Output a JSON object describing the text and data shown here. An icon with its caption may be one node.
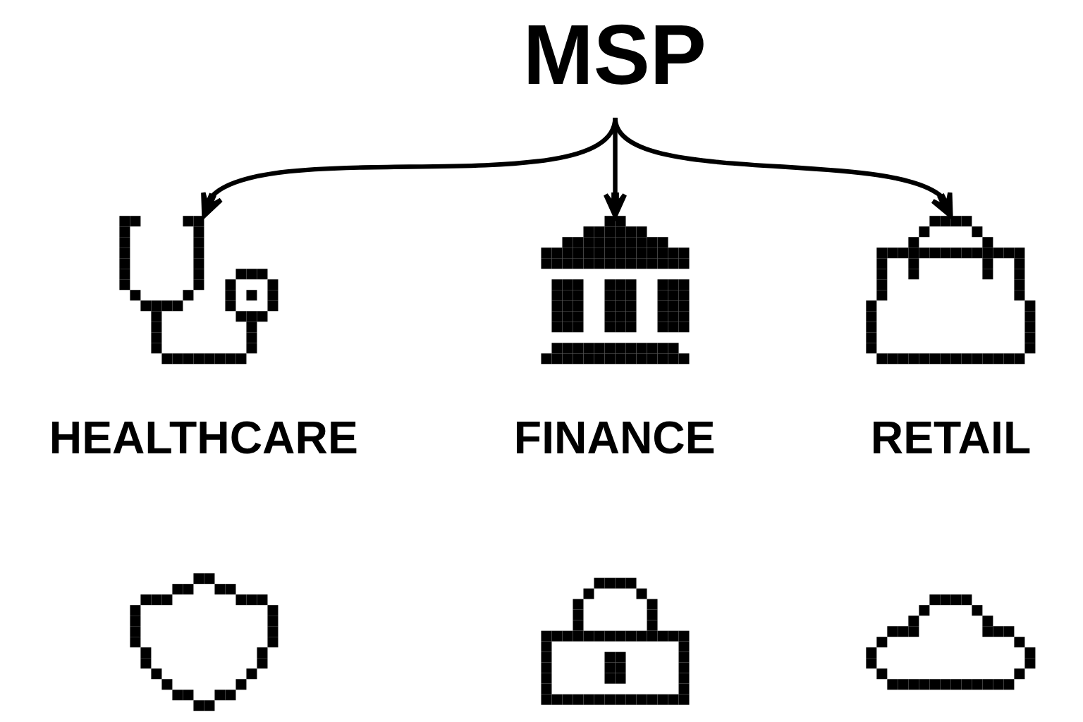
{
  "diagram": {
    "nodes": [
      {
        "text": [
          "MSP"
        ]
      },
      {
        "text": [],
        "shape": "picture",
        "beside": [
          "HEALTHCARE"
        ]
      },
      {
        "text": [],
        "shape": "picture",
        "beside": [
          "FINANCE"
        ]
      },
      {
        "text": [],
        "shape": "picture",
        "beside": [
          "RETAIL"
        ]
      },
      {
        "text": [],
        "shape": "picture"
      },
      {
        "text": [],
        "shape": "picture"
      },
      {
        "text": [],
        "shape": "picture"
      }
    ],
    "edges": [
      {
        "from": 0,
        "to": 1,
        "arrow": "to"
      },
      {
        "from": 0,
        "to": 2,
        "arrow": "to"
      },
      {
        "from": 0,
        "to": 3,
        "arrow": "to"
      }
    ]
  }
}
